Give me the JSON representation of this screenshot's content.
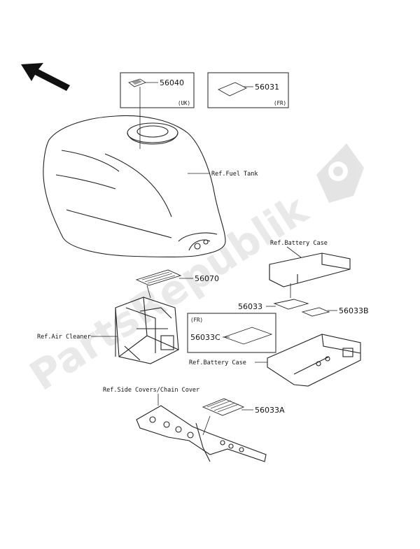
{
  "watermark": {
    "text": "PartsRepublik"
  },
  "parts": {
    "p56040": "56040",
    "p56031": "56031",
    "p56070": "56070",
    "p56033": "56033",
    "p56033B": "56033B",
    "p56033C": "56033C",
    "p56033A": "56033A"
  },
  "regions": {
    "uk": "(UK)",
    "fr_top": "(FR)",
    "fr_box": "(FR)"
  },
  "refs": {
    "fuel_tank": "Ref.Fuel Tank",
    "battery_case_1": "Ref.Battery Case",
    "battery_case_2": "Ref.Battery Case",
    "air_cleaner": "Ref.Air Cleaner",
    "side_covers": "Ref.Side Covers/Chain Cover"
  }
}
